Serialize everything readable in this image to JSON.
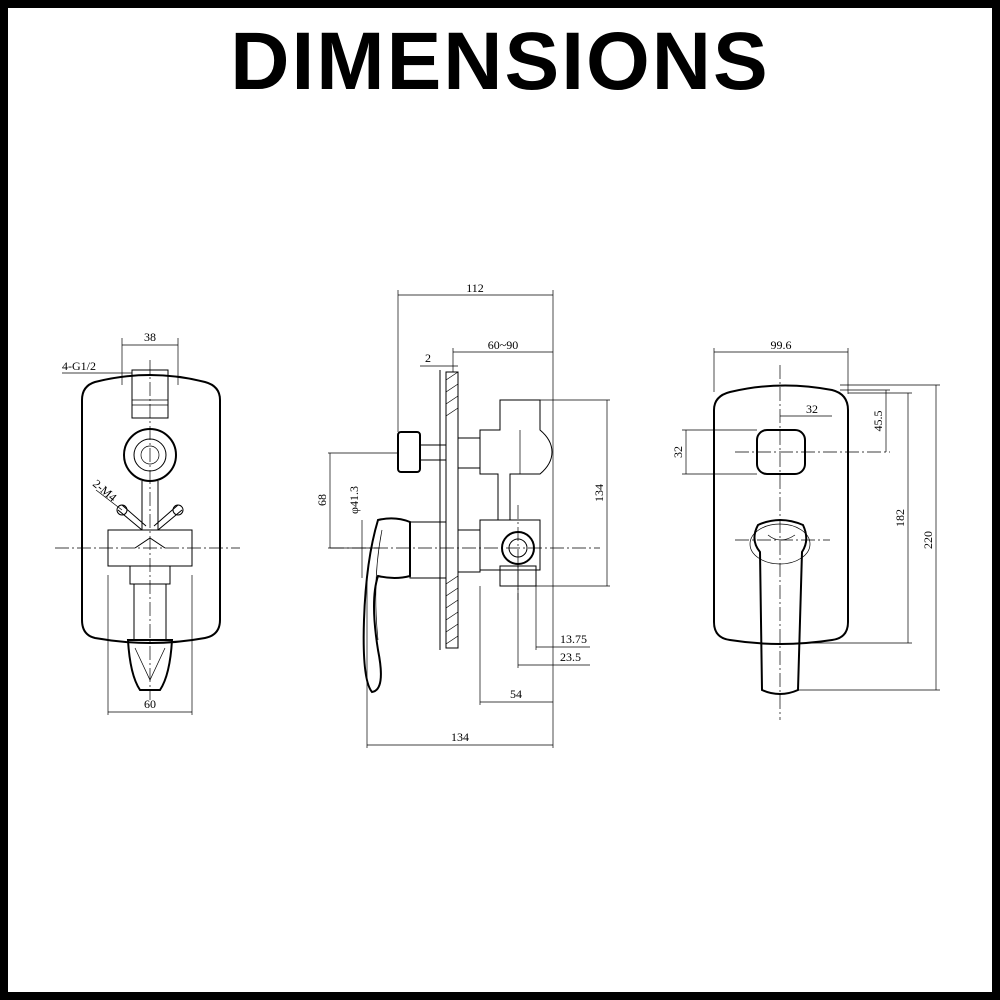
{
  "title": "DIMENSIONS",
  "left_view": {
    "dim_top": "38",
    "dim_thread": "4-G1/2",
    "dim_screws": "2-M4",
    "dim_bottom": "60"
  },
  "side_view": {
    "dim_overall_depth": "112",
    "dim_plate": "2",
    "dim_wall_range": "60~90",
    "dim_height_outlet": "68",
    "dim_bore": "φ41.3",
    "dim_body_height": "134",
    "dim_offset_small": "13.75",
    "dim_offset_large": "23.5",
    "dim_body_depth": "54",
    "dim_total_length": "134"
  },
  "front_view": {
    "dim_width": "99.6",
    "dim_button": "32",
    "dim_button_height": "32",
    "dim_top_offset": "45.5",
    "dim_handle_height": "182",
    "dim_total_height": "220"
  }
}
